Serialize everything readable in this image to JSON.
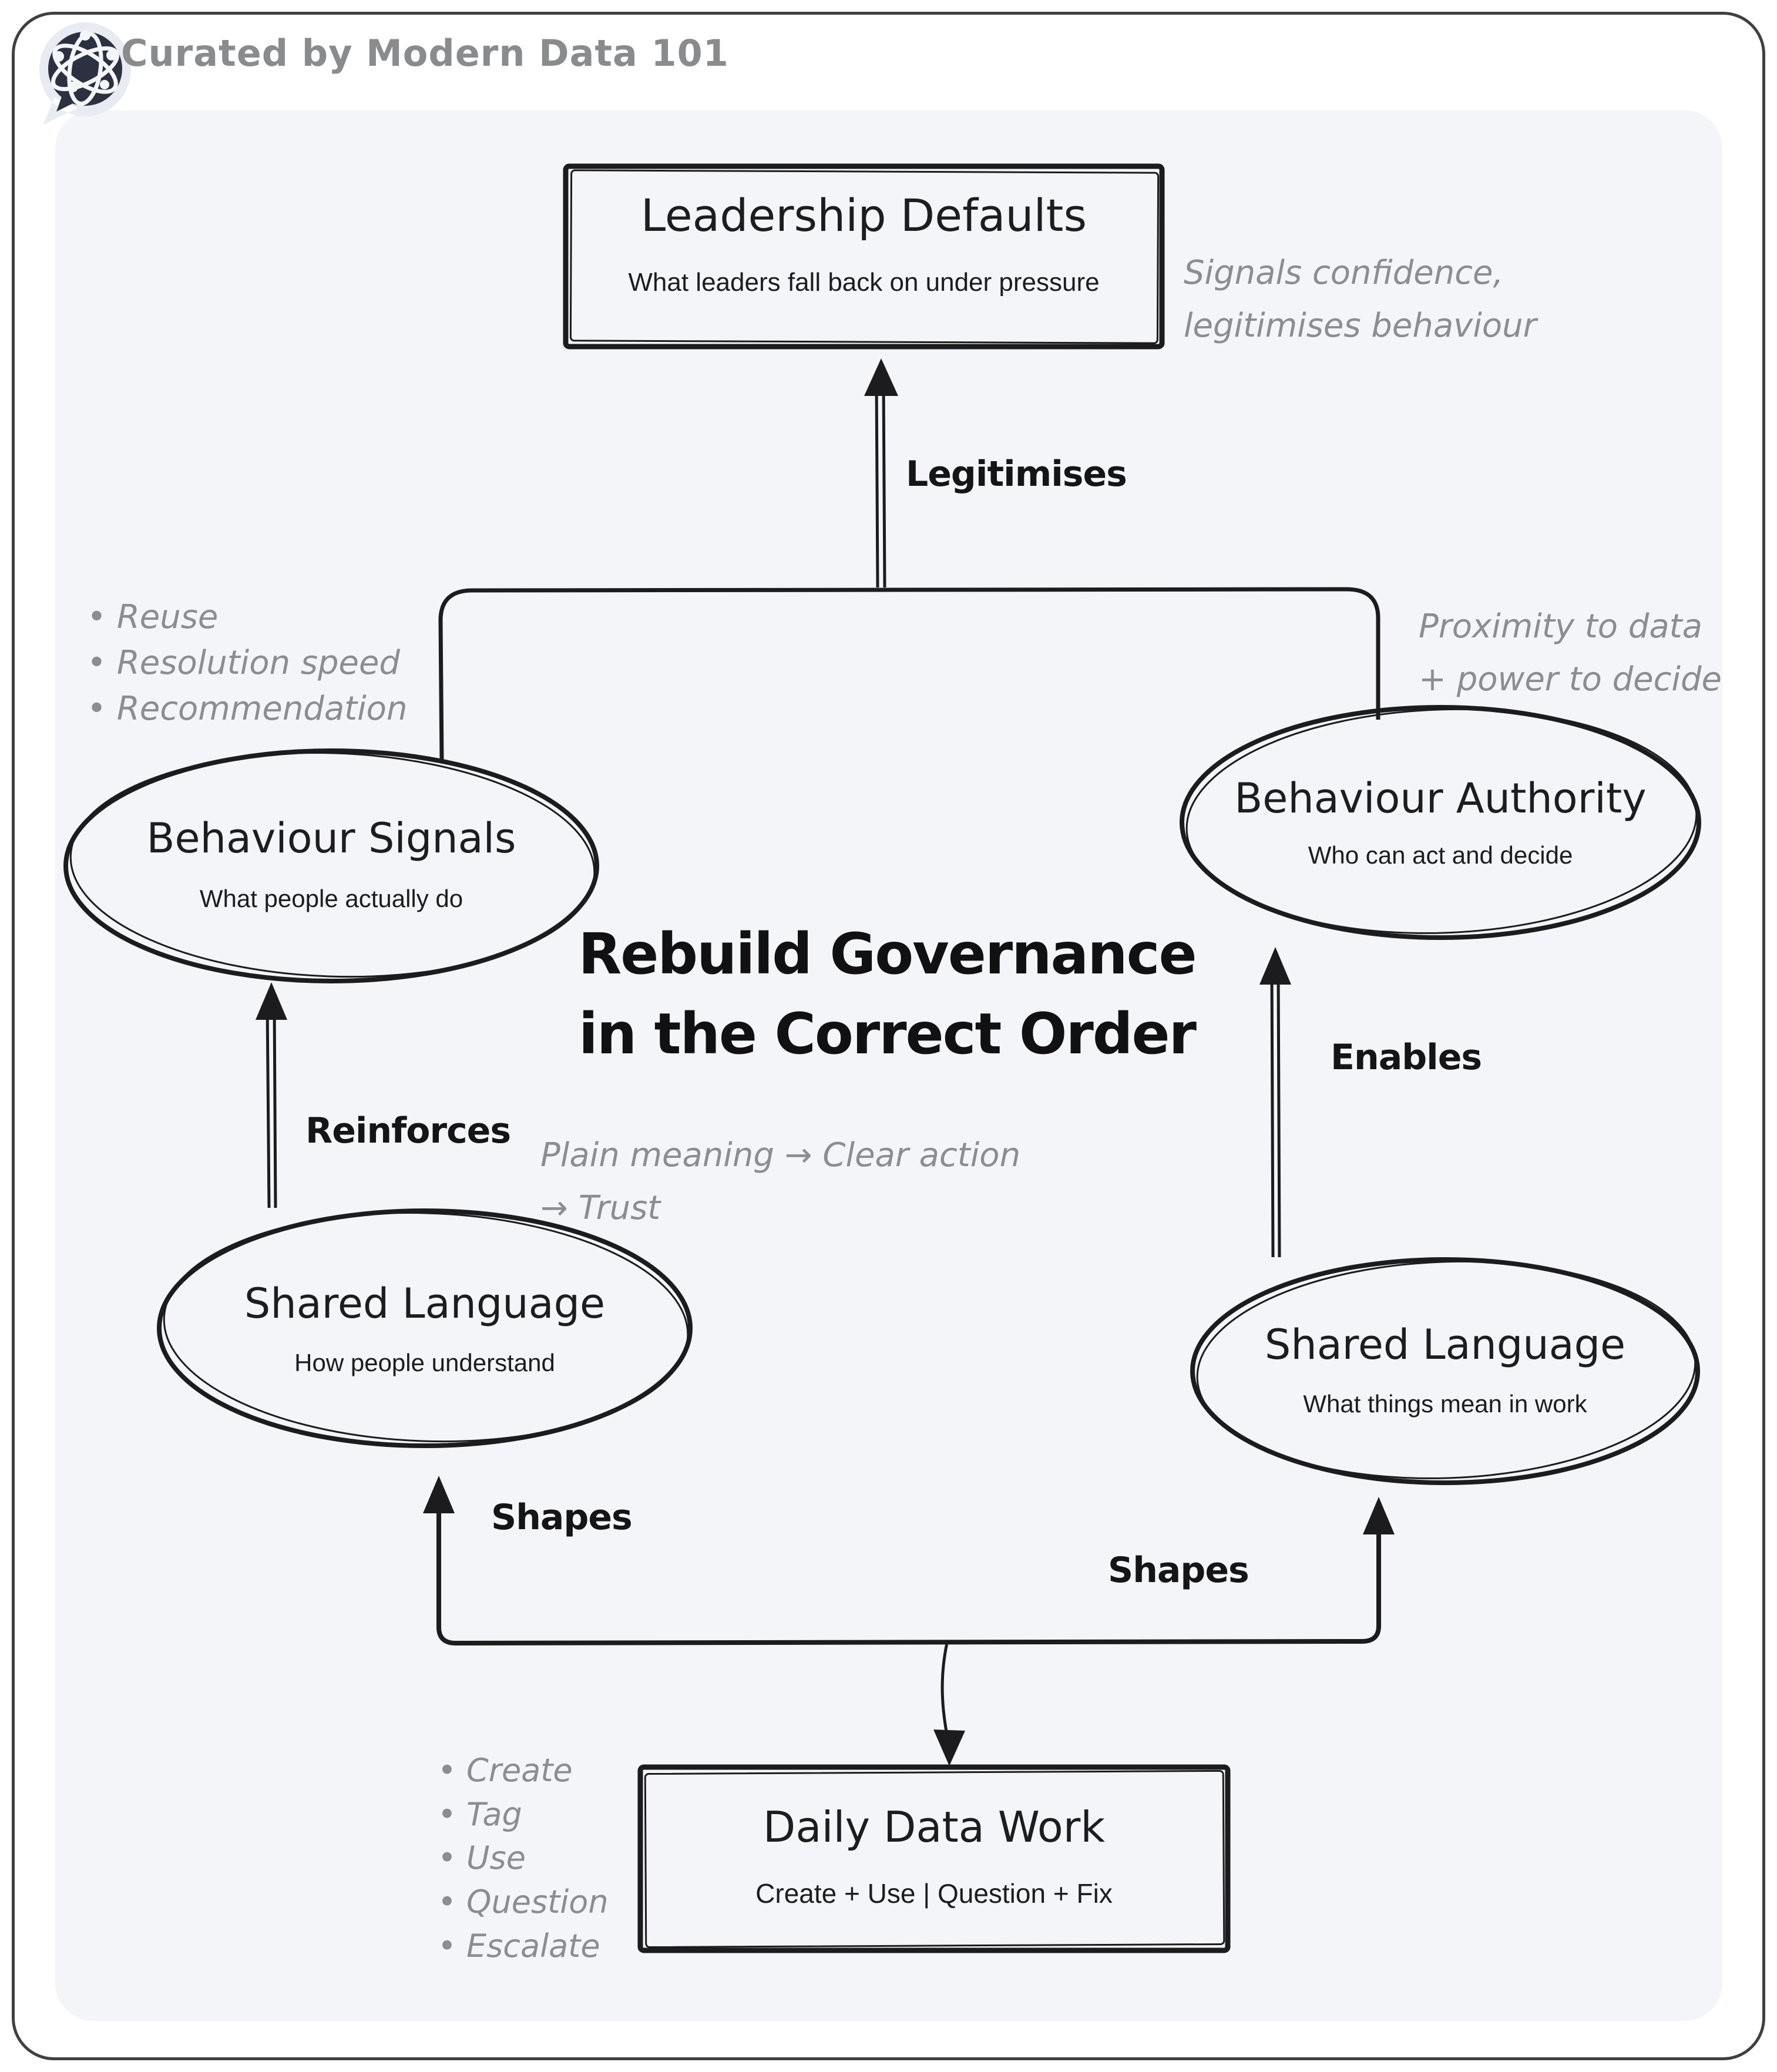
{
  "brand": {
    "label": "Curated by Modern Data 101",
    "logo": "globe-chat-icon"
  },
  "title": {
    "line1": "Rebuild Governance",
    "line2": "in the Correct Order"
  },
  "nodes": {
    "leadership_defaults": {
      "title": "Leadership Defaults",
      "subtitle": "What leaders fall back on under pressure"
    },
    "behaviour_signals": {
      "title": "Behaviour Signals",
      "subtitle": "What people actually do"
    },
    "behaviour_authority": {
      "title": "Behaviour Authority",
      "subtitle": "Who can act and decide"
    },
    "shared_language_left": {
      "title": "Shared Language",
      "subtitle": "How people understand"
    },
    "shared_language_right": {
      "title": "Shared Language",
      "subtitle": "What things mean in work"
    },
    "daily_data_work": {
      "title": "Daily Data Work",
      "subtitle": "Create + Use | Question + Fix"
    }
  },
  "edges": {
    "legitimises": "Legitimises",
    "reinforces": "Reinforces",
    "enables": "Enables",
    "shapes_left": "Shapes",
    "shapes_right": "Shapes"
  },
  "annotations": {
    "signals_line1": "Signals confidence,",
    "signals_line2": "legitimises behaviour",
    "proximity_line1": "Proximity to data",
    "proximity_line2": "+ power to decide",
    "plain_line1": "Plain meaning → Clear action",
    "plain_line2": "→ Trust"
  },
  "lists": {
    "behaviour_signal_metrics": [
      "Reuse",
      "Resolution speed",
      "Recommendation"
    ],
    "daily_data_actions": [
      "Create",
      "Tag",
      "Use",
      "Question",
      "Escalate"
    ]
  },
  "colors": {
    "ink": "#1d1d1f",
    "note_gray": "#8c8d90",
    "panel": "#f4f5f8",
    "page": "#ffffff",
    "border": "#3f3f44",
    "logo_dark": "#2b3140",
    "logo_bubble": "#e8ecf2"
  }
}
